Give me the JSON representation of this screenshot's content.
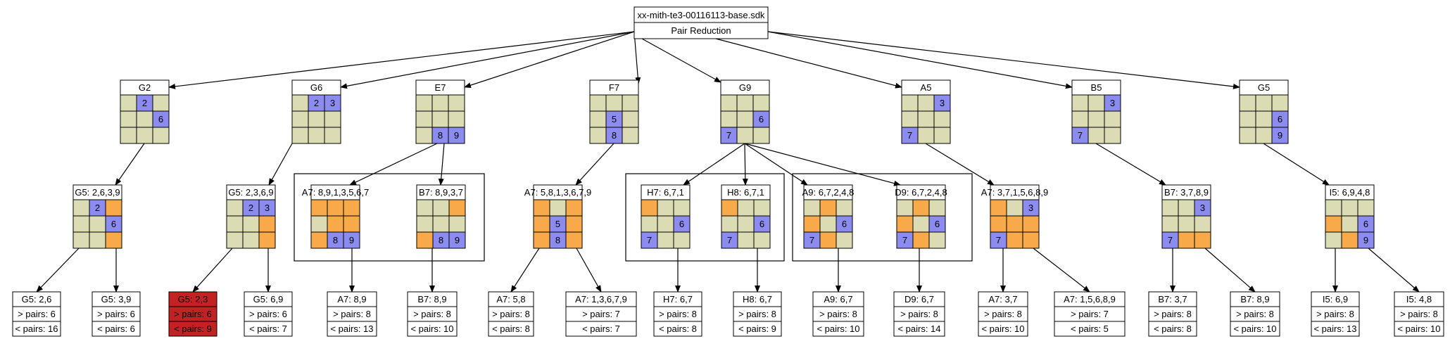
{
  "colors": {
    "cell_default": "#dcdcb4",
    "cell_given": "#8c8cf0",
    "cell_pair": "#f8aa4a",
    "leaf_bad": "#c22222",
    "edge": "#000000",
    "background": "#ffffff"
  },
  "root": {
    "title": "xx-mith-te3-00116113-base.sdk",
    "subtitle": "Pair Reduction"
  },
  "level1": [
    {
      "label": "G2",
      "grid": [
        [
          "d",
          "b2",
          "d"
        ],
        [
          "d",
          "d",
          "b6"
        ],
        [
          "d",
          "d",
          "d"
        ]
      ]
    },
    {
      "label": "G6",
      "grid": [
        [
          "d",
          "b2",
          "b3"
        ],
        [
          "d",
          "d",
          "d"
        ],
        [
          "d",
          "d",
          "d"
        ]
      ]
    },
    {
      "label": "E7",
      "grid": [
        [
          "d",
          "d",
          "d"
        ],
        [
          "d",
          "d",
          "d"
        ],
        [
          "d",
          "b8",
          "b9"
        ]
      ]
    },
    {
      "label": "F7",
      "grid": [
        [
          "d",
          "d",
          "d"
        ],
        [
          "d",
          "b5",
          "d"
        ],
        [
          "d",
          "b8",
          "d"
        ]
      ]
    },
    {
      "label": "G9",
      "grid": [
        [
          "d",
          "d",
          "d"
        ],
        [
          "d",
          "d",
          "b6"
        ],
        [
          "b7",
          "d",
          "d"
        ]
      ]
    },
    {
      "label": "A5",
      "grid": [
        [
          "d",
          "d",
          "b3"
        ],
        [
          "d",
          "d",
          "d"
        ],
        [
          "b7",
          "d",
          "d"
        ]
      ]
    },
    {
      "label": "B5",
      "grid": [
        [
          "d",
          "d",
          "b3"
        ],
        [
          "d",
          "d",
          "d"
        ],
        [
          "b7",
          "d",
          "d"
        ]
      ]
    },
    {
      "label": "G5",
      "grid": [
        [
          "d",
          "d",
          "d"
        ],
        [
          "d",
          "d",
          "b6"
        ],
        [
          "d",
          "d",
          "b9"
        ]
      ]
    }
  ],
  "level2": [
    {
      "label": "G5: 2,6,3,9",
      "grid": [
        [
          "d",
          "b2",
          "o"
        ],
        [
          "d",
          "d",
          "b6"
        ],
        [
          "d",
          "d",
          "o"
        ]
      ]
    },
    {
      "label": "G5: 2,3,6,9",
      "grid": [
        [
          "d",
          "b2",
          "b3"
        ],
        [
          "d",
          "d",
          "o"
        ],
        [
          "d",
          "d",
          "o"
        ]
      ]
    },
    {
      "label": "A7: 8,9,1,3,5,6,7",
      "grid": [
        [
          "o",
          "o",
          "o"
        ],
        [
          "d",
          "o",
          "o"
        ],
        [
          "o",
          "b8",
          "b9"
        ]
      ]
    },
    {
      "label": "B7: 8,9,3,7",
      "grid": [
        [
          "d",
          "d",
          "o"
        ],
        [
          "d",
          "d",
          "d"
        ],
        [
          "o",
          "b8",
          "b9"
        ]
      ]
    },
    {
      "label": "A7: 5,8,1,3,6,7,9",
      "grid": [
        [
          "o",
          "d",
          "o"
        ],
        [
          "o",
          "b5",
          "o"
        ],
        [
          "o",
          "b8",
          "o"
        ]
      ]
    },
    {
      "label": "H7: 6,7,1",
      "grid": [
        [
          "o",
          "d",
          "d"
        ],
        [
          "d",
          "d",
          "b6"
        ],
        [
          "b7",
          "d",
          "d"
        ]
      ]
    },
    {
      "label": "H8: 6,7,1",
      "grid": [
        [
          "o",
          "d",
          "d"
        ],
        [
          "d",
          "d",
          "b6"
        ],
        [
          "b7",
          "d",
          "d"
        ]
      ]
    },
    {
      "label": "A9: 6,7,2,4,8",
      "grid": [
        [
          "d",
          "o",
          "d"
        ],
        [
          "o",
          "d",
          "b6"
        ],
        [
          "b7",
          "o",
          "d"
        ]
      ]
    },
    {
      "label": "D9: 6,7,2,4,8",
      "grid": [
        [
          "d",
          "o",
          "d"
        ],
        [
          "o",
          "d",
          "b6"
        ],
        [
          "b7",
          "o",
          "d"
        ]
      ]
    },
    {
      "label": "A7: 3,7,1,5,6,8,9",
      "grid": [
        [
          "o",
          "d",
          "b3"
        ],
        [
          "o",
          "o",
          "o"
        ],
        [
          "b7",
          "o",
          "o"
        ]
      ]
    },
    {
      "label": "B7: 3,7,8,9",
      "grid": [
        [
          "d",
          "d",
          "b3"
        ],
        [
          "d",
          "d",
          "d"
        ],
        [
          "b7",
          "o",
          "o"
        ]
      ]
    },
    {
      "label": "I5: 6,9,4,8",
      "grid": [
        [
          "d",
          "d",
          "d"
        ],
        [
          "o",
          "d",
          "b6"
        ],
        [
          "d",
          "o",
          "b9"
        ]
      ]
    }
  ],
  "leaves": [
    {
      "label": "G5: 2,6",
      "gt": "> pairs: 6",
      "lt": "< pairs: 16",
      "bad": false
    },
    {
      "label": "G5: 3,9",
      "gt": "> pairs: 6",
      "lt": "< pairs: 6",
      "bad": false
    },
    {
      "label": "G5: 2,3",
      "gt": "> pairs: 6",
      "lt": "< pairs: 9",
      "bad": true
    },
    {
      "label": "G5: 6,9",
      "gt": "> pairs: 6",
      "lt": "< pairs: 7",
      "bad": false
    },
    {
      "label": "A7: 8,9",
      "gt": "> pairs: 8",
      "lt": "< pairs: 13",
      "bad": false
    },
    {
      "label": "B7: 8,9",
      "gt": "> pairs: 8",
      "lt": "< pairs: 10",
      "bad": false
    },
    {
      "label": "A7: 5,8",
      "gt": "> pairs: 8",
      "lt": "< pairs: 8",
      "bad": false
    },
    {
      "label": "A7: 1,3,6,7,9",
      "gt": "> pairs: 7",
      "lt": "< pairs: 7",
      "bad": false
    },
    {
      "label": "H7: 6,7",
      "gt": "> pairs: 8",
      "lt": "< pairs: 8",
      "bad": false
    },
    {
      "label": "H8: 6,7",
      "gt": "> pairs: 8",
      "lt": "< pairs: 9",
      "bad": false
    },
    {
      "label": "A9: 6,7",
      "gt": "> pairs: 8",
      "lt": "< pairs: 10",
      "bad": false
    },
    {
      "label": "D9: 6,7",
      "gt": "> pairs: 8",
      "lt": "< pairs: 14",
      "bad": false
    },
    {
      "label": "A7: 3,7",
      "gt": "> pairs: 8",
      "lt": "< pairs: 10",
      "bad": false
    },
    {
      "label": "A7: 1,5,6,8,9",
      "gt": "> pairs: 7",
      "lt": "< pairs: 5",
      "bad": false
    },
    {
      "label": "B7: 3,7",
      "gt": "> pairs: 8",
      "lt": "< pairs: 8",
      "bad": false
    },
    {
      "label": "B7: 8,9",
      "gt": "> pairs: 8",
      "lt": "< pairs: 10",
      "bad": false
    },
    {
      "label": "I5: 6,9",
      "gt": "> pairs: 8",
      "lt": "< pairs: 13",
      "bad": false
    },
    {
      "label": "I5: 4,8",
      "gt": "> pairs: 8",
      "lt": "< pairs: 10",
      "bad": false
    }
  ]
}
